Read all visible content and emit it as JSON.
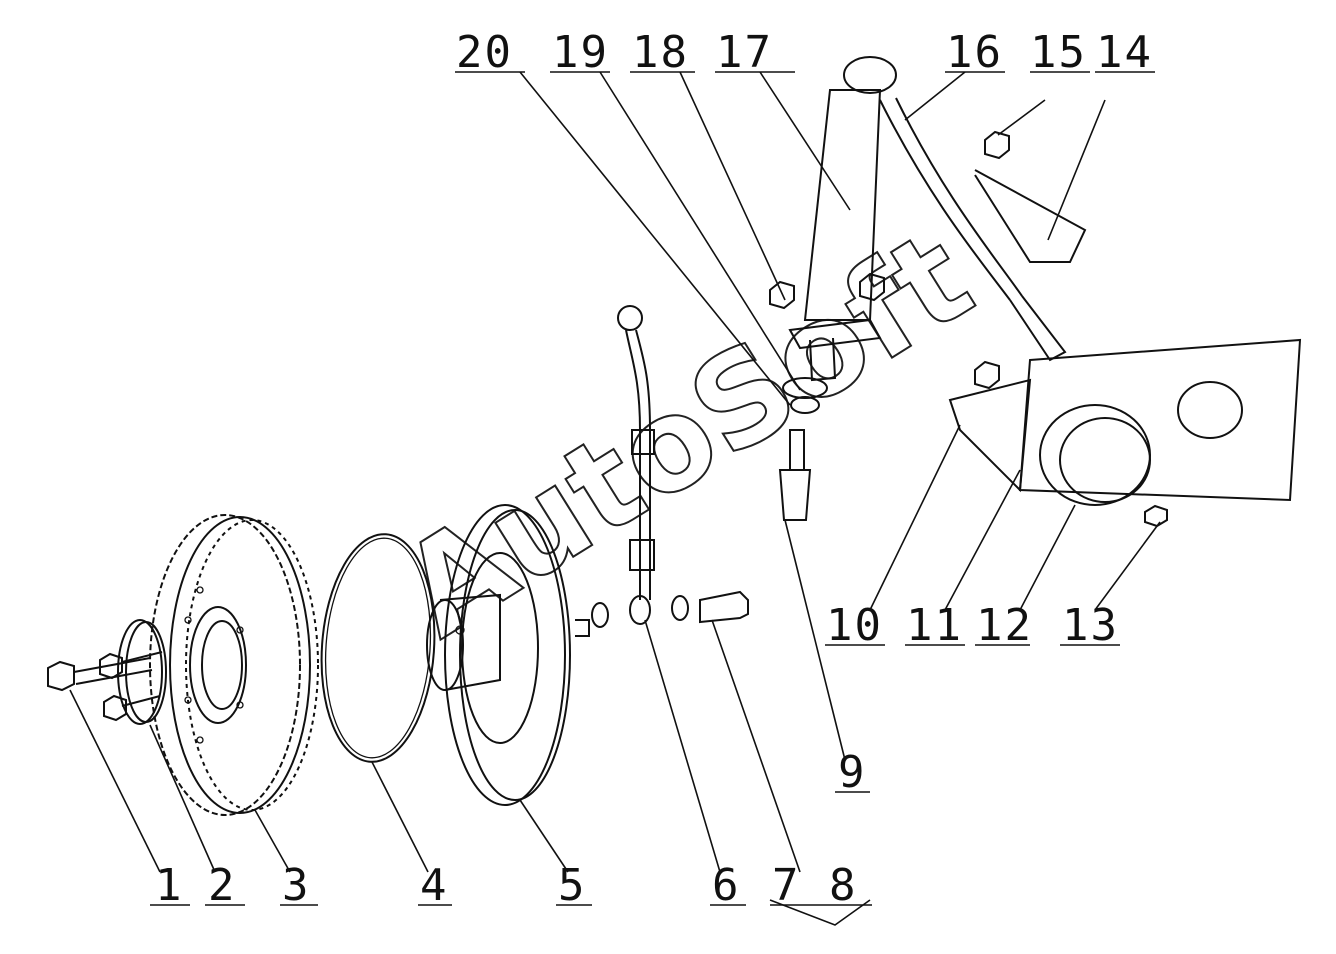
{
  "labels": {
    "p1": "1",
    "p2": "2",
    "p3": "3",
    "p4": "4",
    "p5": "5",
    "p6": "6",
    "p7_8": "7 8",
    "p9": "9",
    "p10": "10",
    "p11": "11",
    "p12": "12",
    "p13": "13",
    "p14": "14",
    "p15": "15",
    "p16": "16",
    "p17": "17",
    "p18": "18",
    "p19": "19",
    "p20": "20"
  },
  "watermark": "AutoSoft"
}
